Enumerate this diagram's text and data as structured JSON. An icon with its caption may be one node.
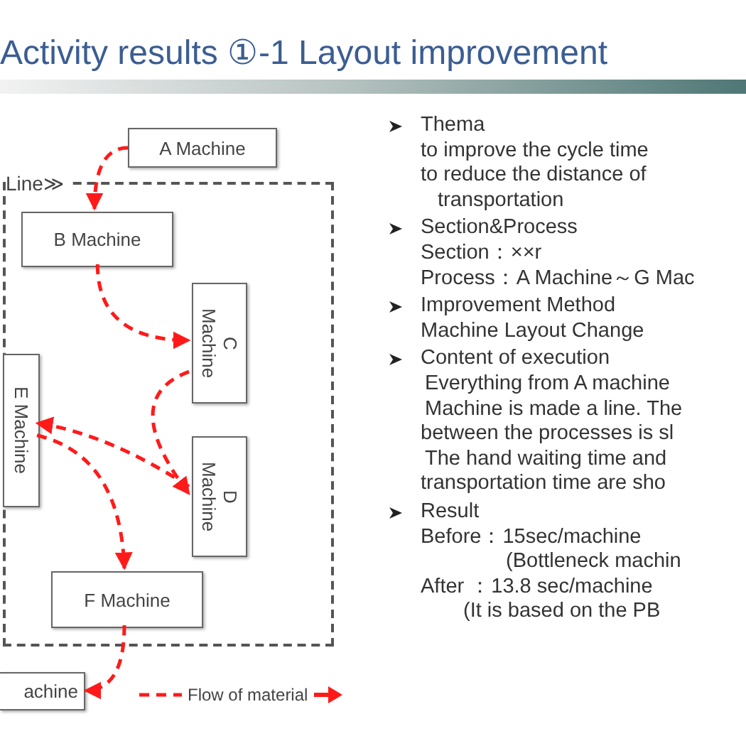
{
  "diagram": {
    "title": "Activity results ①-1 Layout improvement",
    "nodes": [
      {
        "text": [
          "A Machine"
        ]
      },
      {
        "text": [
          "Line≫"
        ]
      },
      {
        "text": [
          "B Machine"
        ],
        "in": 1
      },
      {
        "text": [
          "C Machine"
        ],
        "in": 1
      },
      {
        "text": [
          "D Machine"
        ],
        "in": 1
      },
      {
        "text": [
          "E Machine"
        ],
        "in": 1
      },
      {
        "text": [
          "F Machine"
        ],
        "in": 1
      },
      {
        "text": [
          "achine"
        ]
      }
    ],
    "edges": [
      {
        "from": 0,
        "to": 2,
        "arrow": "to",
        "style": "dashed"
      },
      {
        "from": 2,
        "to": 3,
        "arrow": "to",
        "style": "dashed"
      },
      {
        "from": 3,
        "to": 4,
        "arrow": "to",
        "style": "dashed"
      },
      {
        "from": 4,
        "to": 5,
        "arrow": "to",
        "style": "dashed"
      },
      {
        "from": 5,
        "to": 6,
        "arrow": "to",
        "style": "dashed"
      },
      {
        "from": 6,
        "to": 7,
        "arrow": "to",
        "style": "dashed"
      }
    ],
    "labels": [
      "Thema",
      "to improve the cycle time",
      "to reduce the distance of",
      "transportation",
      "Section&Process",
      "Section：××r",
      "Process：A Machine～G Mac",
      "Improvement Method",
      "Machine Layout Change",
      "Content of execution",
      "Everything from A machine",
      "Machine is made a line. The",
      "between the processes is sl",
      "The hand waiting time and",
      "transportation time are sho",
      "Result",
      "Before：15sec/machine",
      "(Bottleneck machin",
      "After ：13.8 sec/machine",
      "(It is based on the PB"
    ],
    "legend": [
      {
        "text": "Flow of material"
      }
    ]
  }
}
